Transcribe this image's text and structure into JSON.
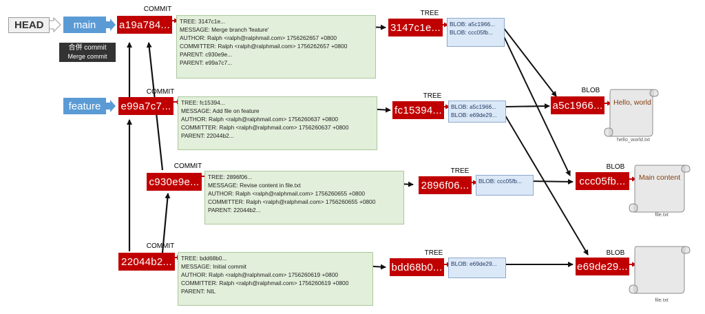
{
  "head": {
    "label": "HEAD"
  },
  "branches": {
    "main": "main",
    "feature": "feature"
  },
  "merge_note": {
    "line1": "合併 commit",
    "line2": "Merge commit"
  },
  "commits": [
    {
      "caption": "COMMIT",
      "hash": "a19a784...",
      "lines": [
        "TREE: 3147c1e...",
        "MESSAGE: Merge branch 'feature'",
        "AUTHOR: Ralph <ralph@ralphmail.com> 1756262657 +0800",
        "COMMITTER: Ralph <ralph@ralphmail.com> 1756262657 +0800",
        "PARENT: c930e9e...",
        "PARENT: e99a7c7..."
      ]
    },
    {
      "caption": "COMMIT",
      "hash": "e99a7c7...",
      "lines": [
        "TREE: fc15394...",
        "MESSAGE: Add file on feature",
        "AUTHOR: Ralph <ralph@ralphmail.com> 1756260637 +0800",
        "COMMITTER: Ralph <ralph@ralphmail.com> 1756260637 +0800",
        "PARENT: 22044b2..."
      ]
    },
    {
      "caption": "COMMIT",
      "hash": "c930e9e...",
      "lines": [
        "TREE: 2896f06...",
        "MESSAGE: Revise content in file.txt",
        "AUTHOR: Ralph <ralph@ralphmail.com> 1756260655 +0800",
        "COMMITTER: Ralph <ralph@ralphmail.com> 1756260655 +0800",
        "PARENT: 22044b2..."
      ]
    },
    {
      "caption": "COMMIT",
      "hash": "22044b2...",
      "lines": [
        "TREE: bdd68b0...",
        "MESSAGE: Initial commit",
        "AUTHOR: Ralph <ralph@ralphmail.com> 1756260619 +0800",
        "COMMITTER: Ralph <ralph@ralphmail.com> 1756260619 +0800",
        "PARENT: NIL"
      ]
    }
  ],
  "trees": [
    {
      "caption": "TREE",
      "hash": "3147c1e...",
      "entries": [
        "BLOB: a5c1966...",
        "BLOB: ccc05fb..."
      ]
    },
    {
      "caption": "TREE",
      "hash": "fc15394...",
      "entries": [
        "BLOB: a5c1966...",
        "BLOB: e69de29..."
      ]
    },
    {
      "caption": "TREE",
      "hash": "2896f06...",
      "entries": [
        "BLOB: ccc05fb..."
      ]
    },
    {
      "caption": "TREE",
      "hash": "bdd68b0...",
      "entries": [
        "BLOB: e69de29..."
      ]
    }
  ],
  "blobs": [
    {
      "caption": "BLOB",
      "hash": "a5c1966...",
      "content": "Hello, world",
      "filename": "hello_world.txt"
    },
    {
      "caption": "BLOB",
      "hash": "ccc05fb...",
      "content": "Main content",
      "filename": "file.txt"
    },
    {
      "caption": "BLOB",
      "hash": "e69de29...",
      "content": "",
      "filename": "file.txt"
    }
  ],
  "colors": {
    "object_red": "#c00000",
    "branch_blue": "#5b9bd5",
    "commit_green": "#e2efda",
    "tree_blue": "#dbe8f7",
    "arrow": "#000000"
  }
}
